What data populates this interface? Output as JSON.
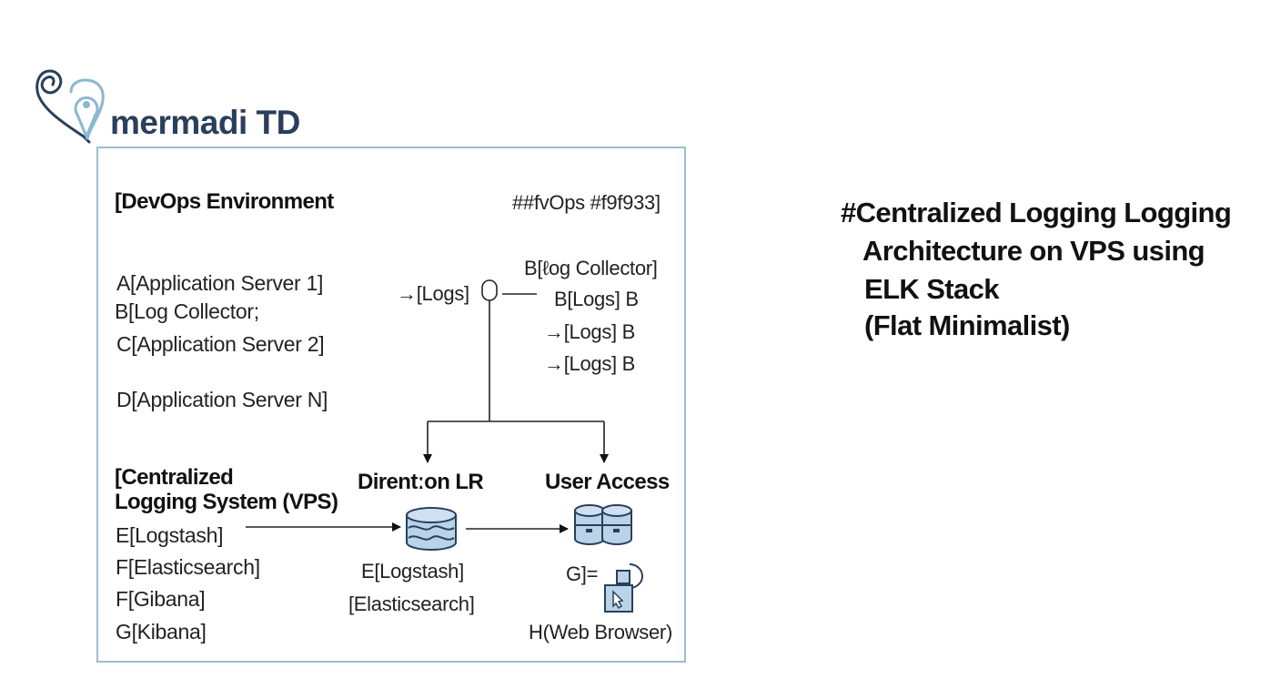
{
  "brand": {
    "name": "mermadi TD",
    "color": "#2a3f5c",
    "icon": "heart-pin-logo-icon"
  },
  "frame_color": "#9cbdd2",
  "icon_color": "#b9d3e8",
  "devops": {
    "heading": "[DevOps Environment",
    "style_note": "##fvOps #f9f933]",
    "nodes": [
      "A[Application Server 1]",
      "B[Log Collector;",
      "C[Application Server 2]",
      "D[Application Server N]"
    ],
    "logs_input": "→[Logs]",
    "collector_label": "B[ℓog Collector]",
    "collector_edges": [
      "B[Logs] B",
      "→[Logs] B",
      "→[Logs] B"
    ]
  },
  "central": {
    "heading_line1": "[Centralized",
    "heading_line2": "Logging System (VPS)",
    "nodes": [
      "E[Logstash]",
      "F[Elasticsearch]",
      "F[Gibana]",
      "G[Kibana]"
    ],
    "direction_heading": "Direntːon LR",
    "db_label_1": "E[Logstash]",
    "db_label_2": "[Elasticsearch]",
    "user_access_heading": "User Access",
    "kibana_label": "G]=",
    "browser_label": "H(Web Browser)"
  },
  "title": {
    "line1": "#Centralized Logging Logging",
    "line2": "Architecture on VPS using",
    "line3": "ELK Stack",
    "line4": "(Flat Minimalist)"
  }
}
